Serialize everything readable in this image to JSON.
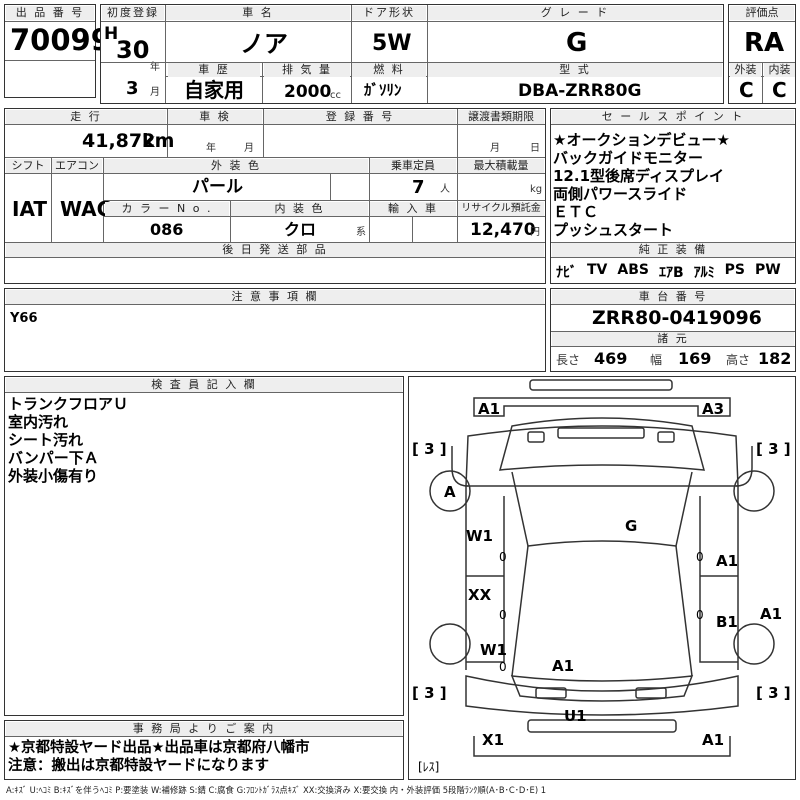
{
  "header": {
    "lot_no_label": "出 品 番 号",
    "lot_no": "70099",
    "first_reg_label": "初度登録",
    "era": "H",
    "year": "30",
    "year_unit": "年",
    "month": "3",
    "month_unit": "月",
    "car_name_label": "車 名",
    "car_name": "ノア",
    "door_label": "ドア形状",
    "door": "5W",
    "grade_label": "グ レ ー ド",
    "grade": "G",
    "score_label": "評価点",
    "score": "RA",
    "history_label": "車 歴",
    "history": "自家用",
    "displacement_label": "排 気 量",
    "displacement": "2000",
    "displacement_unit": "cc",
    "fuel_label": "燃 料",
    "fuel": "ｶﾞｿﾘﾝ",
    "model_label": "型 式",
    "model": "DBA-ZRR80G",
    "exterior_label": "外装",
    "interior_label": "内装",
    "exterior": "C",
    "interior": "C"
  },
  "row2": {
    "mileage_label": "走 行",
    "mileage": "41,872",
    "mileage_unit": "km",
    "inspection_label": "車 検",
    "inspection_year_unit": "年",
    "inspection_month_unit": "月",
    "reg_no_label": "登 録 番 号",
    "transfer_label": "譲渡書類期限",
    "transfer_month_unit": "月",
    "transfer_day_unit": "日"
  },
  "row3": {
    "shift_label": "シフト",
    "aircon_label": "エアコン",
    "color_label": "外 装 色",
    "capacity_label": "乗車定員",
    "load_label": "最大積載量",
    "shift": "IAT",
    "aircon": "WAC",
    "color": "パール",
    "capacity": "7",
    "capacity_unit": "人",
    "load_unit": "kg",
    "color_no_label": "カ ラ ー N o .",
    "interior_color_label": "内 装 色",
    "import_label": "輸 入 車",
    "recycle_label": "リサイクル預託金",
    "color_no": "086",
    "interior_color": "クロ",
    "interior_color_unit": "系",
    "recycle": "12,470",
    "recycle_unit": "円",
    "later_parts_label": "後 日 発 送 部 品"
  },
  "sales_points": {
    "label": "セ ー ル ス ポ イ ン ト",
    "text": "★オークションデビュー★\nバックガイドモニター\n12.1型後席ディスプレイ\n両側パワースライド\nＥＴＣ\nプッシュスタート"
  },
  "equipment": {
    "label": "純 正 装 備",
    "items": [
      "ﾅﾋﾞ",
      "TV",
      "ABS",
      "ｴｱB",
      "ｱﾙﾐ",
      "PS",
      "PW"
    ]
  },
  "notes": {
    "label": "注 意 事 項 欄",
    "text": "Y66"
  },
  "chassis": {
    "label": "車 台 番 号",
    "number": "ZRR80-0419096",
    "dims_label": "諸 元",
    "length_label": "長さ",
    "length": "469",
    "width_label": "幅",
    "width": "169",
    "height_label": "高さ",
    "height": "182"
  },
  "inspector": {
    "label": "検 査 員 記 入 欄",
    "text": "トランクフロアＵ\n室内汚れ\nシート汚れ\nバンパー下Ａ\n外装小傷有り"
  },
  "office": {
    "label": "事 務 局 よ り ご 案 内",
    "text": "★京都特設ヤード出品★出品車は京都府八幡市\n注意：搬出は京都特設ヤードになります"
  },
  "diagram": {
    "marks": {
      "a1_tl": "A1",
      "a3_tr": "A3",
      "br3_tl": "[ 3 ]",
      "br3_tr": "[ 3 ]",
      "br3_bl": "[ 3 ]",
      "br3_br": "[ 3 ]",
      "wheel_a": "A",
      "g": "G",
      "w1_top": "W1",
      "zero_1": "0",
      "zero_2": "0",
      "zero_3": "0",
      "zero_4": "0",
      "zero_5": "0",
      "a1_right": "A1",
      "xx": "XX",
      "b1": "B1",
      "a1_side": "A1",
      "w1_bot": "W1",
      "a1_bottom": "A1",
      "u1": "U1",
      "x1": "X1",
      "a1_br": "A1",
      "res": "[ﾚｽ]"
    }
  },
  "legend": "A:ｷｽﾞ U:ﾍｺﾐ B:ｷｽﾞを伴うﾍｺﾐ P:要塗装 W:補修跡 S:錆 C:腐食 G:ﾌﾛﾝﾄｶﾞﾗｽ点ｷｽﾞ XX:交換済み X:要交換 内・外装評価 5段階ﾗﾝｸ順(A･B･C･D･E) 1",
  "colors": {
    "border": "#333333",
    "header_bg": "#eeeeee"
  }
}
